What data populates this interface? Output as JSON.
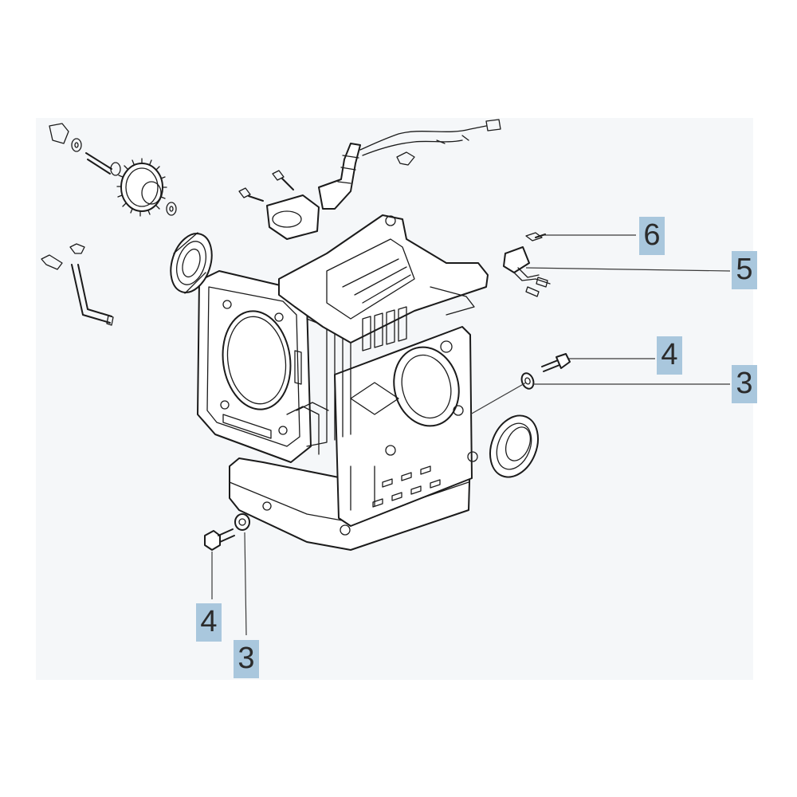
{
  "diagram": {
    "callouts": [
      {
        "id": "c6",
        "label": "6"
      },
      {
        "id": "c5",
        "label": "5"
      },
      {
        "id": "c4a",
        "label": "4"
      },
      {
        "id": "c3a",
        "label": "3"
      },
      {
        "id": "c4b",
        "label": "4"
      },
      {
        "id": "c3b",
        "label": "3"
      }
    ],
    "colors": {
      "callout_bg": "#a9c7dd",
      "line": "#1b1b1b",
      "background": "#f5f7f9"
    }
  }
}
